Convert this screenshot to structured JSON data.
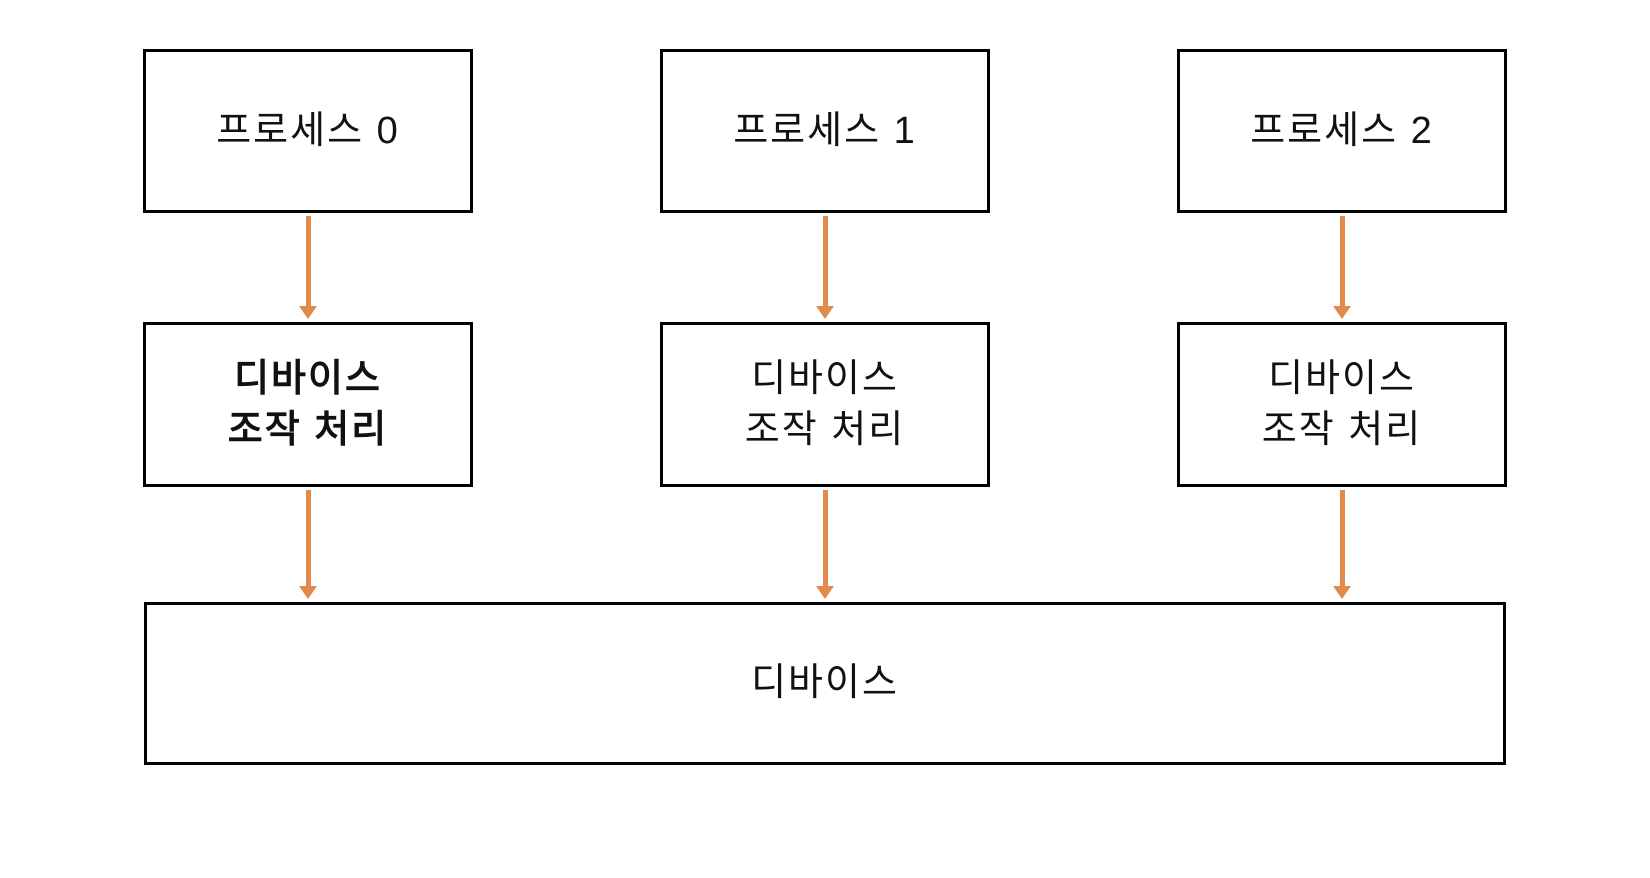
{
  "diagram": {
    "accent_color": "#E08A4C",
    "processes": [
      {
        "label": "프로세스 0"
      },
      {
        "label": "프로세스 1"
      },
      {
        "label": "프로세스 2"
      }
    ],
    "handlers": [
      {
        "line1": "디바이스",
        "line2": "조작 처리"
      },
      {
        "line1": "디바이스",
        "line2": "조작 처리"
      },
      {
        "line1": "디바이스",
        "line2": "조작 처리"
      }
    ],
    "device": {
      "label": "디바이스"
    }
  }
}
